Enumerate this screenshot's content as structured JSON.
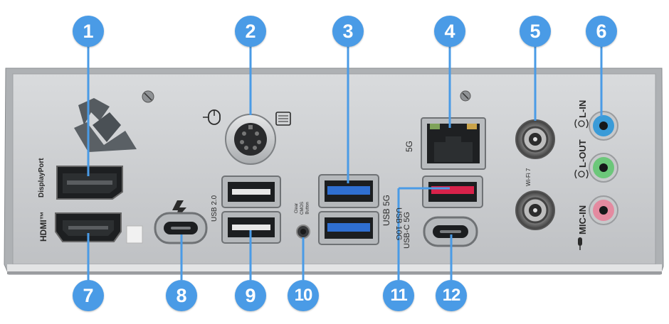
{
  "callouts": [
    "1",
    "2",
    "3",
    "4",
    "5",
    "6",
    "7",
    "8",
    "9",
    "10",
    "11",
    "12"
  ],
  "labels": {
    "displayport": "DisplayPort",
    "hdmi": "HDMI™",
    "usb20": "USB 2.0",
    "usb5g_a": "USB 5G",
    "lan": "5G",
    "usb10g": "USB 10G",
    "usbc5g": "USB-C 5G",
    "cmos_1": "Clear",
    "cmos_2": "CMOS",
    "cmos_3": "Button",
    "wifi": "Wi-Fi 7",
    "line_in": "L-IN",
    "line_out": "L-OUT",
    "mic_in": "MIC-IN"
  },
  "colors": {
    "callout": "#4a9be6",
    "panel": "#c9cbcd",
    "usb3_blue": "#2f6fd1",
    "usb10g_red": "#d8224a",
    "jack_blue": "#3a9bd8",
    "jack_green": "#6cc77a",
    "jack_pink": "#e48aa0"
  },
  "icons": [
    "msi-logo-icon",
    "mouse-icon",
    "keyboard-icon",
    "thunderbolt-icon",
    "audio-jack-icon",
    "mic-icon"
  ]
}
